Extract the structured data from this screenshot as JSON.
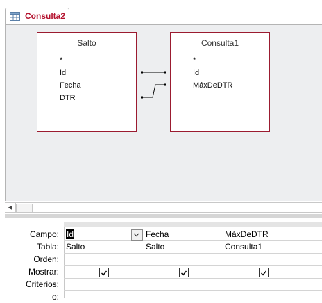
{
  "tab": {
    "title": "Consulta2",
    "icon": "query-icon"
  },
  "tables": [
    {
      "title": "Salto",
      "fields": [
        "*",
        "Id",
        "Fecha",
        "DTR"
      ]
    },
    {
      "title": "Consulta1",
      "fields": [
        "*",
        "Id",
        "MáxDeDTR"
      ]
    }
  ],
  "grid": {
    "row_labels": {
      "campo": "Campo:",
      "tabla": "Tabla:",
      "orden": "Orden:",
      "mostrar": "Mostrar:",
      "criterios": "Criterios:",
      "o": "o:"
    },
    "columns": [
      {
        "campo": "Id",
        "tabla": "Salto",
        "mostrar": true
      },
      {
        "campo": "Fecha",
        "tabla": "Salto",
        "mostrar": true
      },
      {
        "campo": "MáxDeDTR",
        "tabla": "Consulta1",
        "mostrar": true
      }
    ]
  },
  "colors": {
    "tab_text": "#b4122e",
    "table_border": "#9b1b30",
    "design_bg": "#edeef0"
  }
}
